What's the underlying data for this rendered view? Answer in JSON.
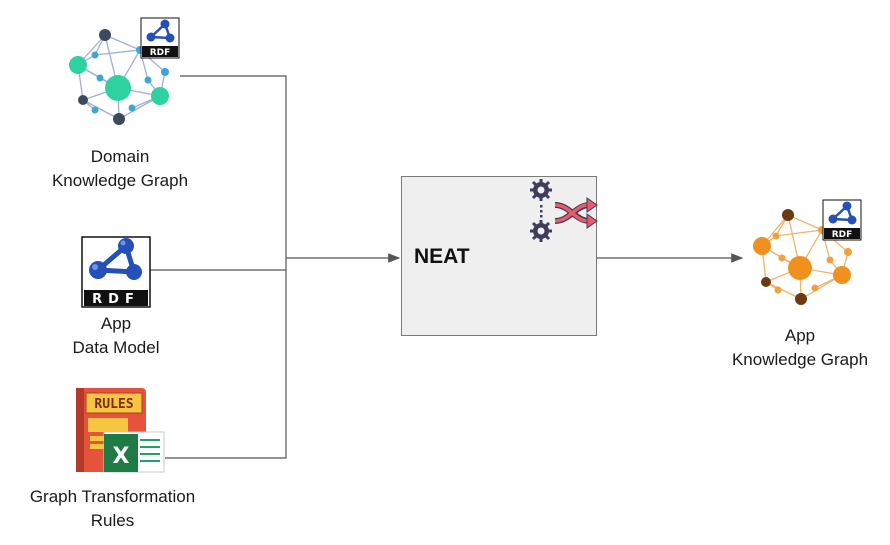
{
  "sources": [
    {
      "line1": "Domain",
      "line2": "Knowledge Graph",
      "icon": "domain-knowledge-graph-icon"
    },
    {
      "line1": "App",
      "line2": "Data Model",
      "icon": "rdf-icon"
    },
    {
      "line1": "Graph Transformation",
      "line2": "Rules",
      "icon": "rules-excel-icon"
    }
  ],
  "processor": {
    "title": "NEAT",
    "icon": "gears-shuffle-icon"
  },
  "output": {
    "line1": "App",
    "line2": "Knowledge Graph",
    "icon": "app-knowledge-graph-icon"
  },
  "badges": {
    "rdf": "RDF",
    "rules": "RULES",
    "excel": "X"
  },
  "colors": {
    "domain_nodes_green": "#2ed1a0",
    "domain_nodes_blue": "#3ba6d9",
    "domain_nodes_dark": "#3d4a5c",
    "domain_edges": "#9fb0d8",
    "app_nodes_orange": "#f0901e",
    "app_nodes_brown": "#6b3a10",
    "rdf_blue": "#2550b8",
    "rules_red": "#e5533c",
    "excel_green": "#1f7a45",
    "connector": "#555555"
  }
}
